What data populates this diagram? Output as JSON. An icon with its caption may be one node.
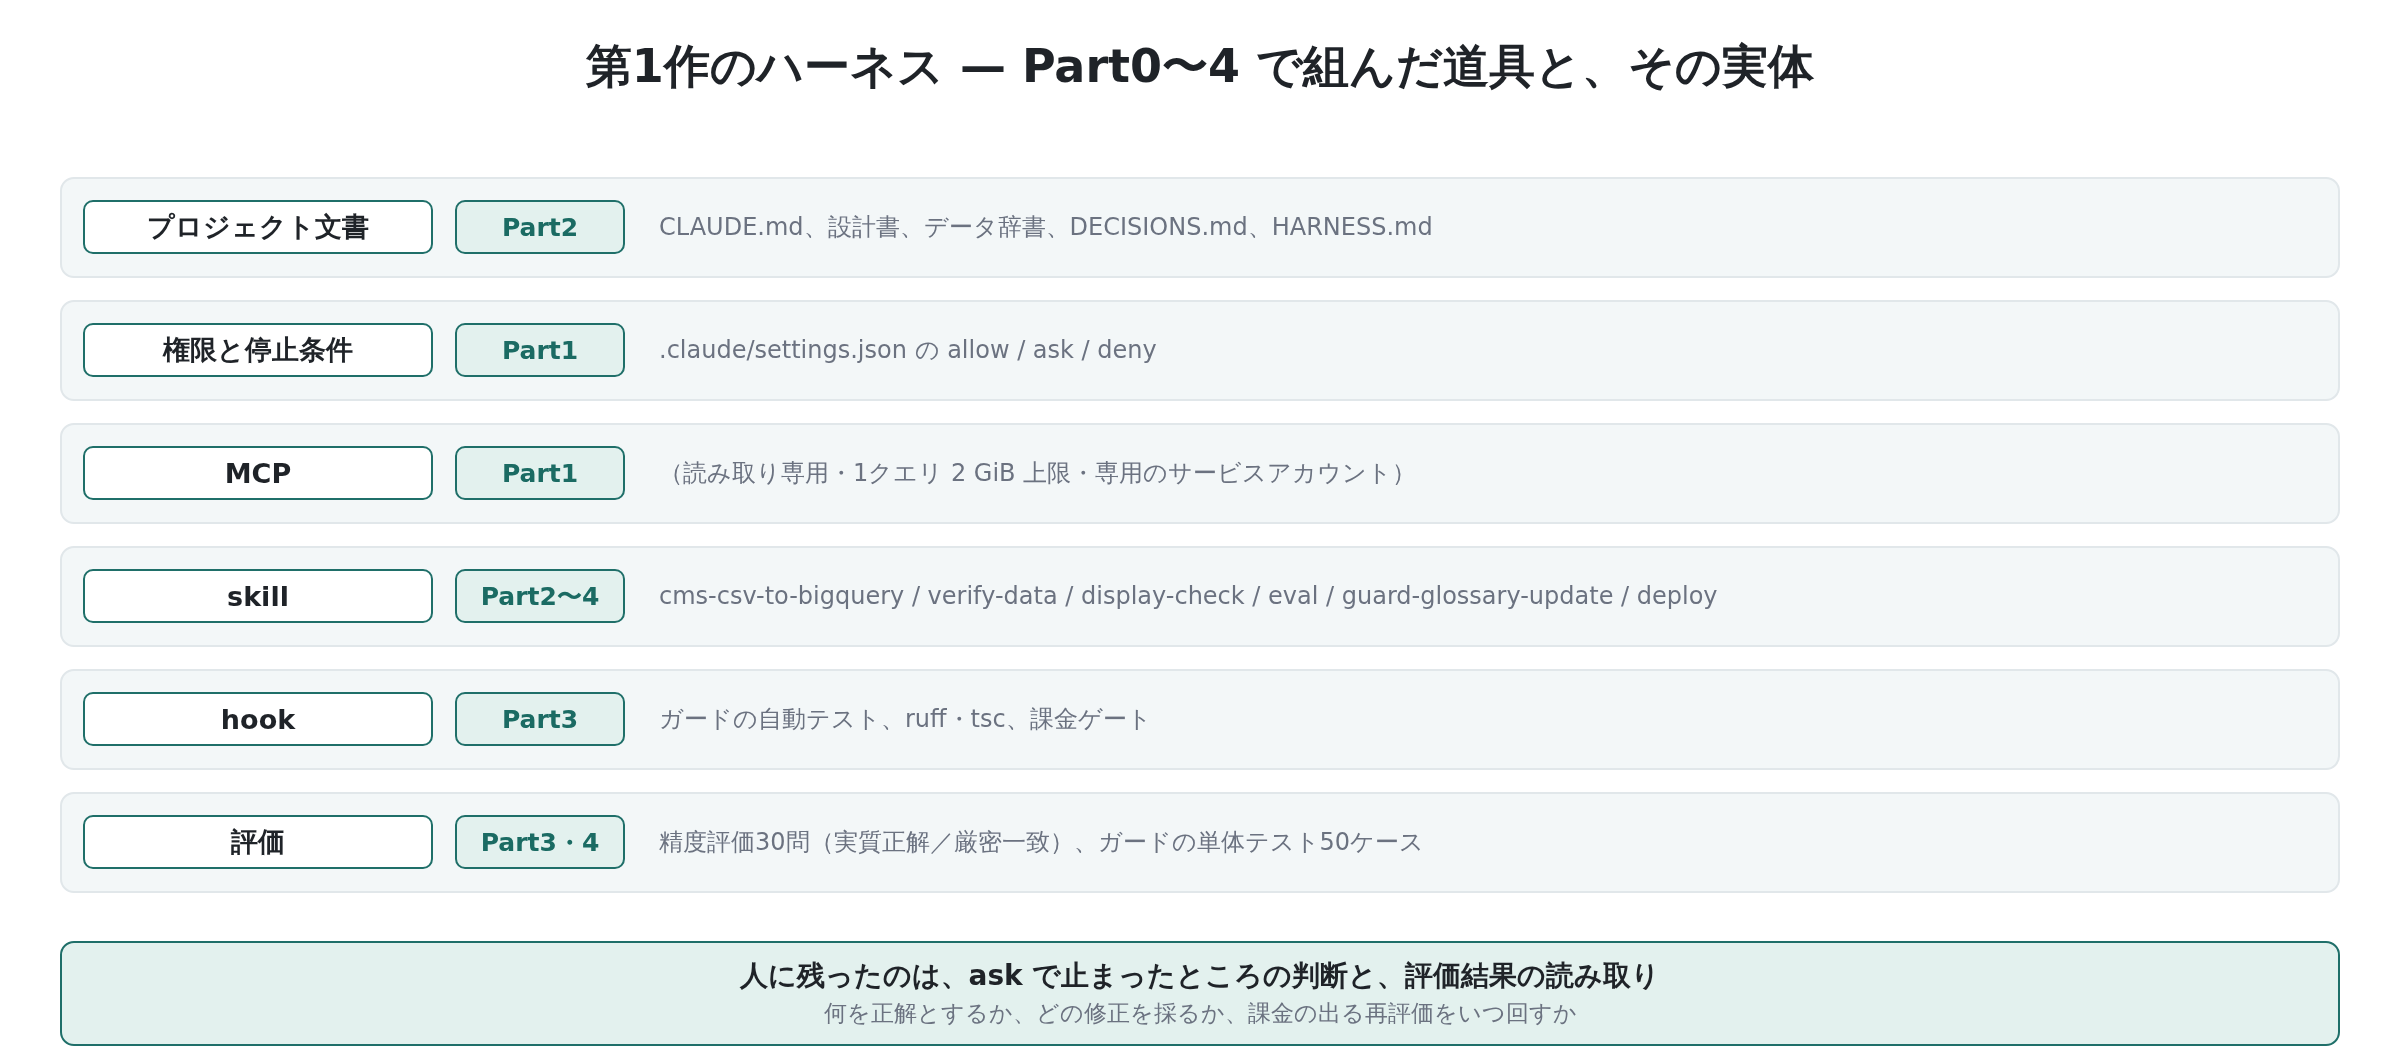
{
  "diagram": {
    "title": "第1作のハーネス — Part0〜4 で組んだ道具と、その実体",
    "nodes": [
      {
        "text": [
          "CLAUDE.md、設計書、データ辞書、DECISIONS.md、HARNESS.md"
        ]
      },
      {
        "text": [
          "プロジェクト文書"
        ],
        "in": 0
      },
      {
        "text": [
          "Part2"
        ],
        "in": 0
      },
      {
        "text": [
          ".claude/settings.json の allow / ask / deny"
        ]
      },
      {
        "text": [
          "権限と停止条件"
        ],
        "in": 3
      },
      {
        "text": [
          "Part1"
        ],
        "in": 3
      },
      {
        "text": [
          "（読み取り専用・1クエリ 2 GiB 上限・専用のサービスアカウント）"
        ]
      },
      {
        "text": [
          "MCP"
        ],
        "in": 6
      },
      {
        "text": [
          "Part1"
        ],
        "in": 6
      },
      {
        "text": [
          "cms-csv-to-bigquery / verify-data / display-check / eval / guard-glossary-update / deploy"
        ]
      },
      {
        "text": [
          "skill"
        ],
        "in": 9
      },
      {
        "text": [
          "Part2〜4"
        ],
        "in": 9
      },
      {
        "text": [
          "ガードの自動テスト、ruff・tsc、課金ゲート"
        ]
      },
      {
        "text": [
          "hook"
        ],
        "in": 12
      },
      {
        "text": [
          "Part3"
        ],
        "in": 12
      },
      {
        "text": [
          "精度評価30問（実質正解／厳密一致）、ガードの単体テスト50ケース"
        ]
      },
      {
        "text": [
          "評価"
        ],
        "in": 15
      },
      {
        "text": [
          "Part3・4"
        ],
        "in": 15
      },
      {
        "text": [
          "人に残ったのは、ask で止まったところの判断と、評価結果の読み取り",
          "何を正解とするか、どの修正を採るか、課金の出る再評価をいつ回すか"
        ]
      }
    ],
    "edges": []
  }
}
